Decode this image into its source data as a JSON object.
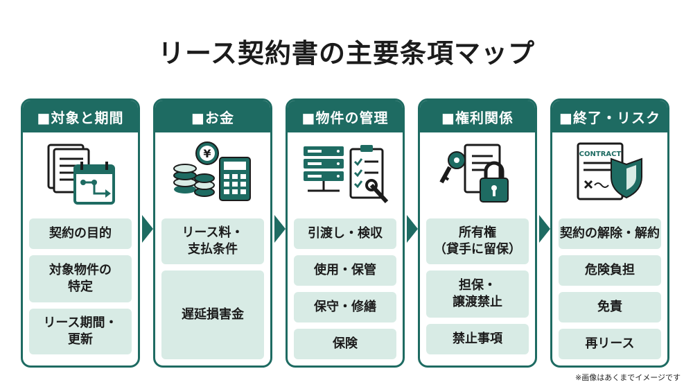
{
  "title": "リース契約書の主要条項マップ",
  "note": "※画像はあくまでイメージです",
  "contract_label": "CONTRACT",
  "yen_symbol": "¥",
  "columns": [
    {
      "header": "■対象と期間",
      "items": [
        "契約の目的",
        "対象物件の\n特定",
        "リース期間・\n更新"
      ]
    },
    {
      "header": "■お金",
      "items": [
        "リース料・\n支払条件",
        "遅延損害金"
      ]
    },
    {
      "header": "■物件の管理",
      "items": [
        "引渡し・検収",
        "使用・保管",
        "保守・修繕",
        "保険"
      ]
    },
    {
      "header": "■権利関係",
      "items": [
        "所有権\n（貸手に留保）",
        "担保・\n譲渡禁止",
        "禁止事項"
      ]
    },
    {
      "header": "■終了・リスク",
      "items": [
        "契約の解除・解約",
        "危険負担",
        "免責",
        "再リース"
      ]
    }
  ],
  "colors": {
    "accent": "#1e6b62",
    "item_bg": "#d8ebe5"
  }
}
